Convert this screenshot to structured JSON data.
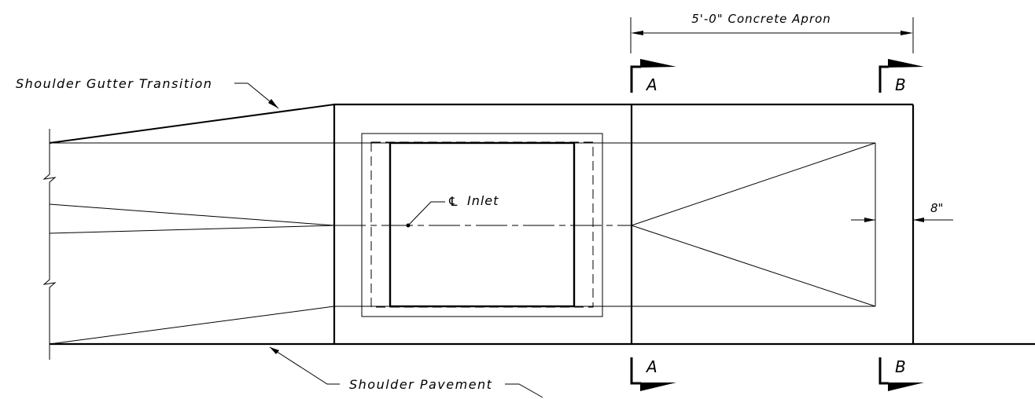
{
  "labels": {
    "apron": "5'-0\" Concrete Apron",
    "transition": "Shoulder Gutter Transition",
    "pavement": "Shoulder Pavement",
    "inlet": "Inlet",
    "centerline_symbol": "℄",
    "offset": "8\""
  },
  "sections": {
    "a": "A",
    "b": "B"
  }
}
